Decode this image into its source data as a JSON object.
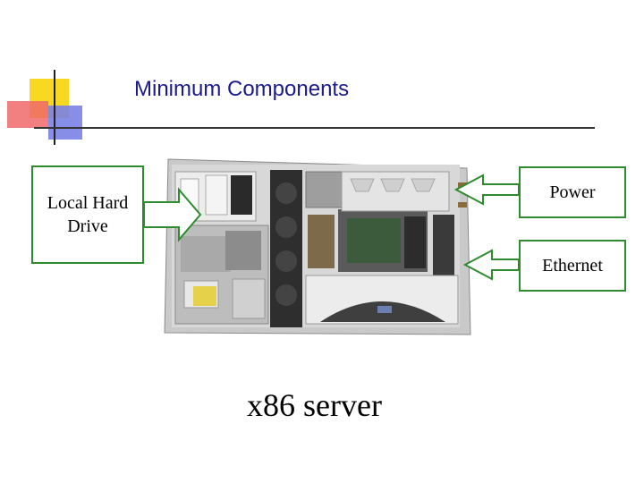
{
  "slide": {
    "title": "Minimum Components",
    "caption": "x86 server"
  },
  "callouts": {
    "hard_drive": "Local Hard Drive",
    "power": "Power",
    "ethernet": "Ethernet"
  },
  "colors": {
    "title": "#1a1a8c",
    "callout_border": "#2e8b2e",
    "deco_yellow": "#f8d820",
    "deco_red": "#f06a6a",
    "deco_blue": "#7a82e6"
  }
}
